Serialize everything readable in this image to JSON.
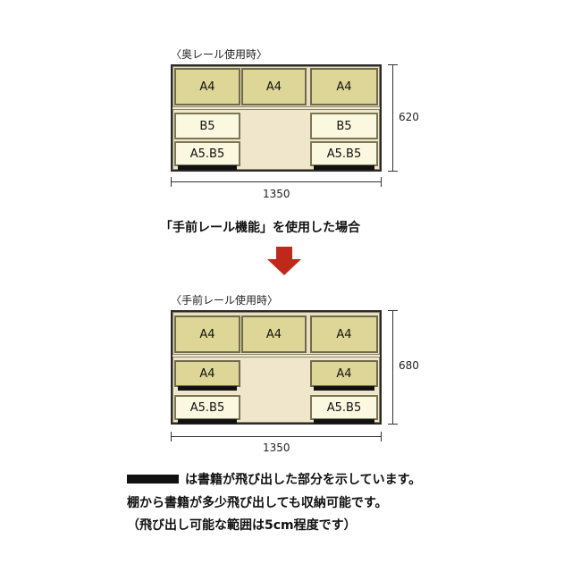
{
  "top_diagram": {
    "caption": "〈奥レール使用時〉",
    "boxes": [
      "A4",
      "A4",
      "A4",
      "B5",
      "B5",
      "A5.B5",
      "A5.B5"
    ],
    "depth": "620",
    "width": "1350"
  },
  "headline": "「手前レール機能」を使用した場合",
  "arrow_color": "#c0281c",
  "bottom_diagram": {
    "caption": "〈手前レール使用時〉",
    "boxes": [
      "A4",
      "A4",
      "A4",
      "A4",
      "A4",
      "A5.B5",
      "A5.B5"
    ],
    "depth": "680",
    "width": "1350"
  },
  "notes": {
    "line1": "は書籍が飛び出した部分を示しています。",
    "line2": "棚から書籍が多少飛び出しても収納可能です。",
    "line3": "（飛び出し可能な範囲は5cm程度です）"
  }
}
